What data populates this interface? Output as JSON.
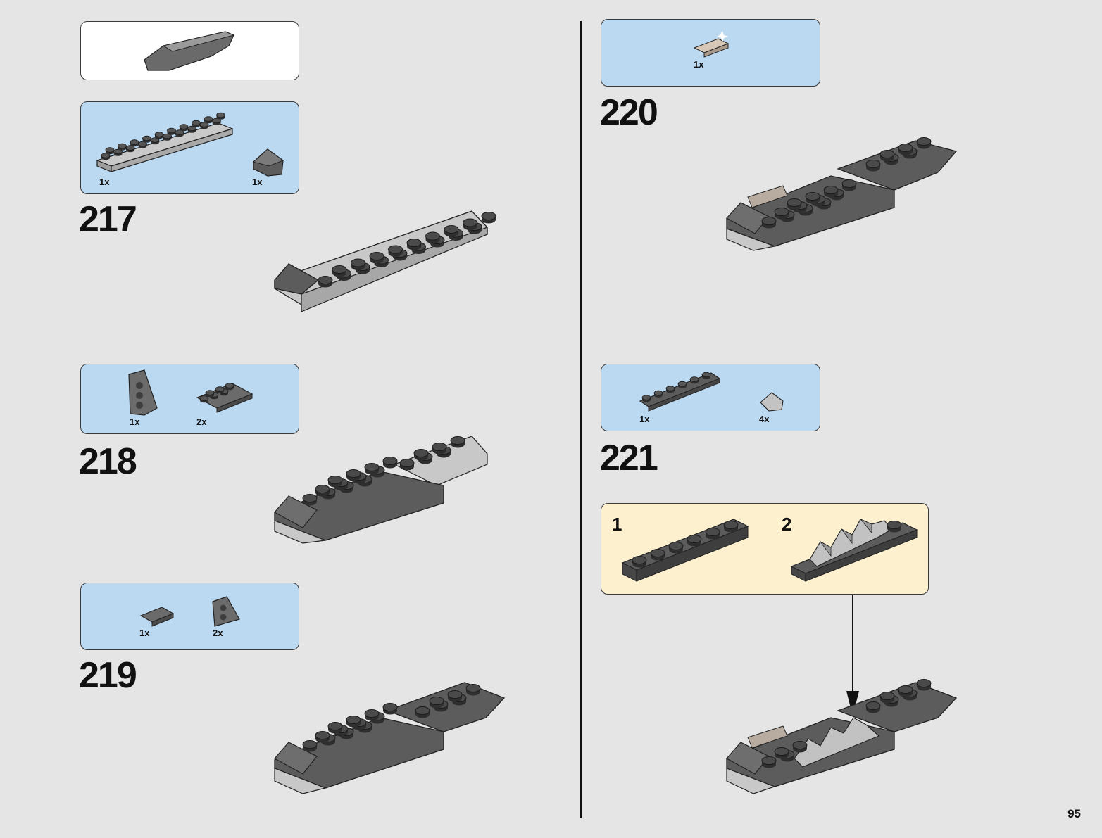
{
  "page_number": "95",
  "steps": [
    {
      "number": "217",
      "parts": [
        {
          "qty": "1x"
        },
        {
          "qty": "1x"
        }
      ]
    },
    {
      "number": "218",
      "parts": [
        {
          "qty": "1x"
        },
        {
          "qty": "2x"
        }
      ]
    },
    {
      "number": "219",
      "parts": [
        {
          "qty": "1x"
        },
        {
          "qty": "2x"
        }
      ]
    },
    {
      "number": "220",
      "parts": [
        {
          "qty": "1x"
        }
      ]
    },
    {
      "number": "221",
      "parts": [
        {
          "qty": "1x"
        },
        {
          "qty": "4x"
        }
      ],
      "subassembly": {
        "sub_steps": [
          "1",
          "2"
        ]
      }
    }
  ],
  "colors": {
    "background": "#e5e5e5",
    "parts_callout": "#bcd9f2",
    "subassembly_callout": "#fdf0cf",
    "brick_dark_gray": "#5c5c5c",
    "brick_light_gray": "#bdbdbd"
  }
}
